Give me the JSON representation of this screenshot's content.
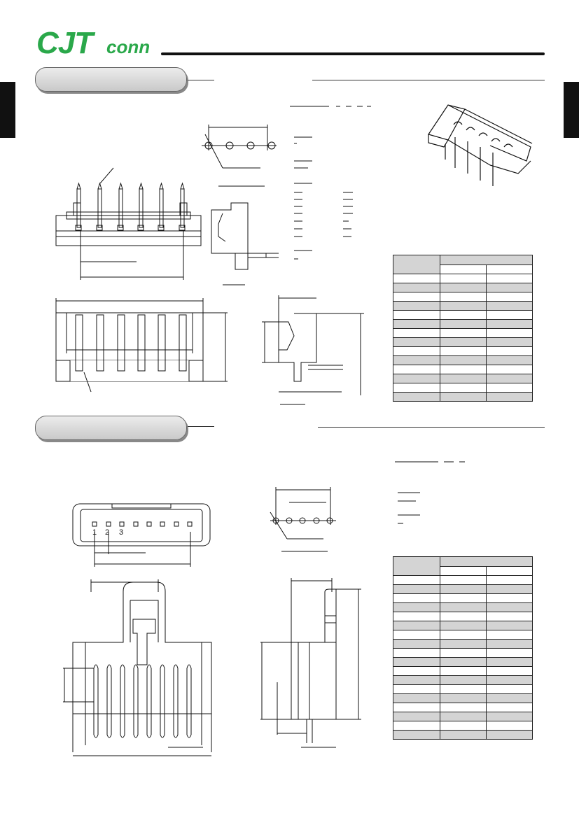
{
  "brand": {
    "logo_main": "CJT",
    "logo_sub": "conn",
    "brand_color": "#2aa84a"
  },
  "colors": {
    "line": "#111111",
    "bar_fill": "#d6d6d6",
    "table_shade": "#d4d4d4"
  },
  "sections": [
    {
      "name": "section-1-title-bar",
      "label": ""
    },
    {
      "name": "section-2-title-bar",
      "label": ""
    }
  ],
  "drawing_labels": {
    "pin_numbers": [
      "1",
      "2",
      "3"
    ]
  },
  "table1": {
    "header_rows": 2,
    "body_rows": 14,
    "columns": 3
  },
  "table2": {
    "header_rows": 2,
    "body_rows": 18,
    "columns": 3
  }
}
